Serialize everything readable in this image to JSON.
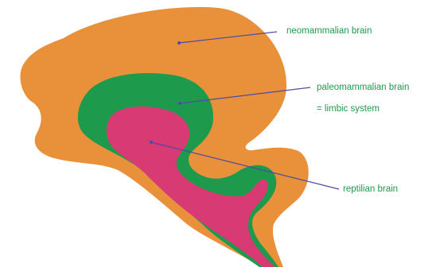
{
  "labels": {
    "neomammalian": "neomammalian brain",
    "paleomammalian": "paleomammalian brain",
    "limbic": "= limbic system",
    "reptilian": "reptilian brain"
  },
  "colors": {
    "neomammalian_region": "#E8913A",
    "paleomammalian_region": "#1E9A4C",
    "reptilian_region": "#D83A73",
    "label_text": "#1E9A4C",
    "pointer_line": "#4B4BA8",
    "background": "#FFFFFF"
  }
}
